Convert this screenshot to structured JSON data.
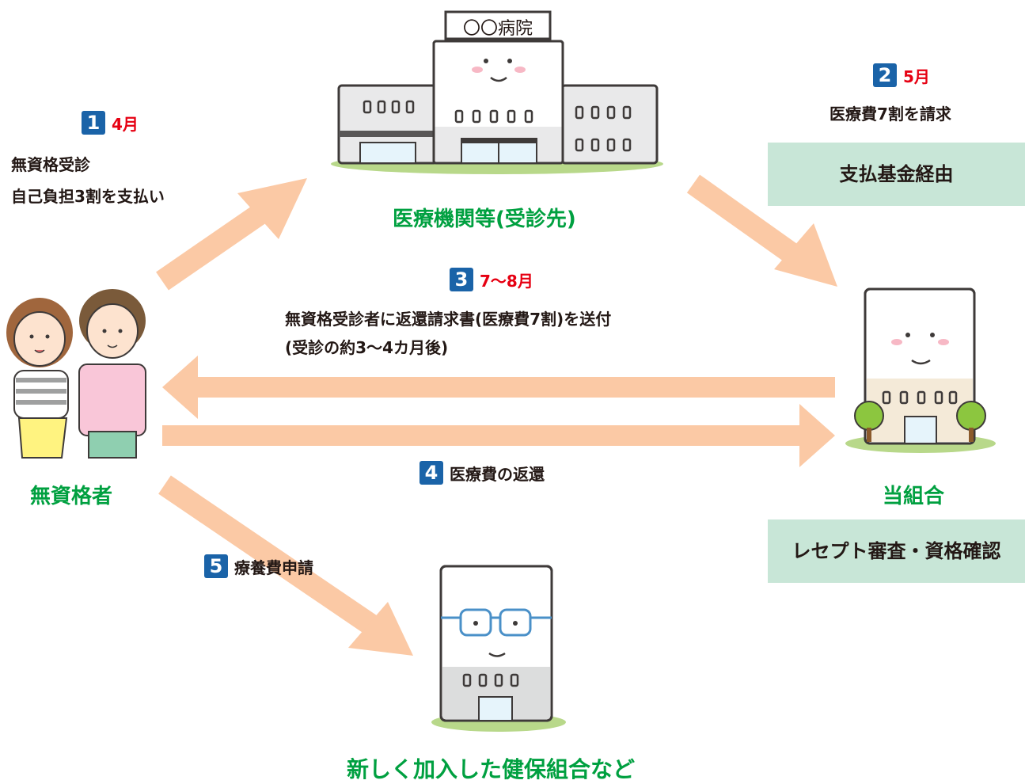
{
  "hospital": {
    "sign": "〇〇病院",
    "label": "医療機関等(受診先)"
  },
  "people": {
    "label": "無資格者"
  },
  "union": {
    "label": "当組合",
    "box": "レセプト審査・資格確認"
  },
  "new_union": {
    "label": "新しく加入した健保組合など"
  },
  "steps": [
    {
      "num": "1",
      "month": "4月",
      "lines": [
        "無資格受診",
        "自己負担3割を支払い"
      ]
    },
    {
      "num": "2",
      "month": "5月",
      "lines": [
        "医療費7割を請求"
      ],
      "box": "支払基金経由"
    },
    {
      "num": "3",
      "month": "7〜8月",
      "lines": [
        "無資格受診者に返還請求書(医療費7割)を送付",
        "(受診の約3〜4カ月後)"
      ]
    },
    {
      "num": "4",
      "label": "医療費の返還"
    },
    {
      "num": "5",
      "label": "療養費申請"
    }
  ],
  "colors": {
    "arrow": "#fbc9a5",
    "green_text": "#00a040",
    "box_bg": "#c8e6d7",
    "num_bg": "#1a63a8",
    "month": "#e60012"
  }
}
